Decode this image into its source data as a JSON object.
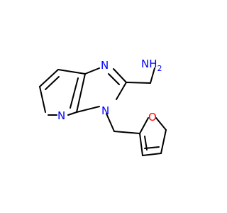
{
  "atoms": {
    "amine": {
      "text": "NH",
      "subscript": "2"
    },
    "imidazole_n3": {
      "text": "N"
    },
    "imidazole_n1": {
      "text": "N"
    },
    "pyridine_n": {
      "text": "N"
    },
    "furan_o": {
      "text": "O"
    }
  },
  "colors": {
    "bond": "#000000",
    "nitrogen": "#0000ff",
    "oxygen": "#ff0000",
    "background": "#ffffff"
  }
}
